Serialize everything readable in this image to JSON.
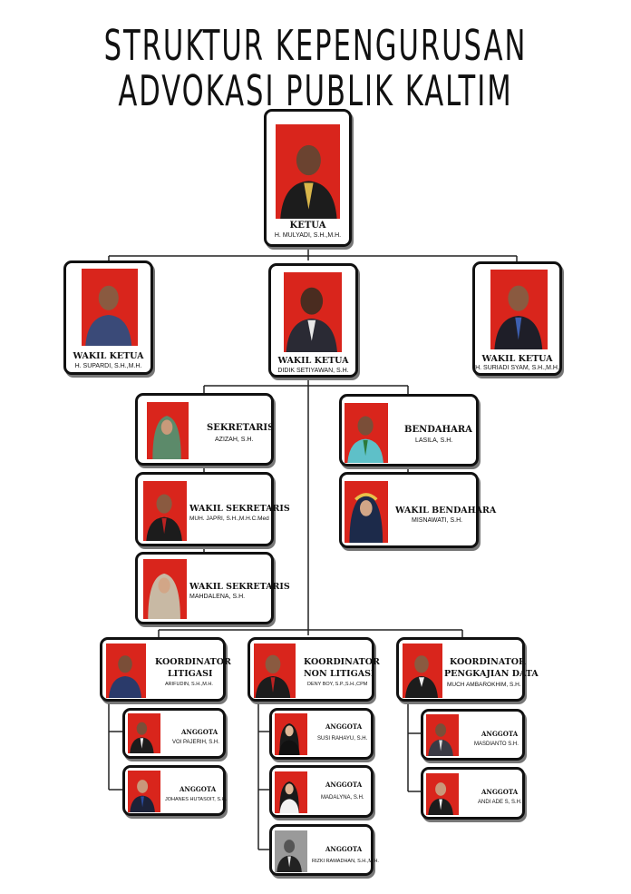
{
  "title": {
    "line1": "STRUKTUR KEPENGURUSAN",
    "line2": "ADVOKASI PUBLIK KALTIM"
  },
  "ketua": {
    "role": "KETUA",
    "name": "H. MULYADI, S.H.,M.H."
  },
  "wakil_ketua": [
    {
      "role": "WAKIL KETUA",
      "name": "H. SUPARDI, S.H.,M.H."
    },
    {
      "role": "WAKIL KETUA",
      "name": "DIDIK SETIYAWAN, S.H."
    },
    {
      "role": "WAKIL KETUA",
      "name": "H. SURIADI SYAM, S.H.,M.H."
    }
  ],
  "sekretaris": {
    "role": "SEKRETARIS",
    "name": "AZIZAH, S.H."
  },
  "wakil_sekretaris": [
    {
      "role": "WAKIL SEKRETARIS",
      "name": "MUH. JAPRI, S.H.,M.H.C.Med"
    },
    {
      "role": "WAKIL SEKRETARIS",
      "name": "MAHDALENA, S.H."
    }
  ],
  "bendahara": {
    "role": "BENDAHARA",
    "name": "LASILA, S.H."
  },
  "wakil_bendahara": {
    "role": "WAKIL BENDAHARA",
    "name": "MISNAWATI, S.H."
  },
  "koordinator": [
    {
      "role_line1": "KOORDINATOR",
      "role_line2": "LITIGASI",
      "name": "ARIFUDIN, S.H.,M.H."
    },
    {
      "role_line1": "KOORDINATOR",
      "role_line2": "NON LITIGASI",
      "name": "DENY BOY, S.P.,S.H.,CPM"
    },
    {
      "role_line1": "KOORDINATOR",
      "role_line2": "PENGKAJIAN DATA",
      "name": "MUCH AMBAROKHIM, S.H."
    }
  ],
  "anggota_litigasi": [
    {
      "role": "ANGGOTA",
      "name": "VOI PAJERIH, S.H."
    },
    {
      "role": "ANGGOTA",
      "name": "JOHANES HUTASOIT, S.H."
    }
  ],
  "anggota_non_litigasi": [
    {
      "role": "ANGGOTA",
      "name": "SUSI RAHAYU, S.H."
    },
    {
      "role": "ANGGOTA",
      "name": "MADALYNA, S.H."
    },
    {
      "role": "ANGGOTA",
      "name": "RIZKI RAMADHAN, S.H.,M.H."
    }
  ],
  "anggota_pengkajian": [
    {
      "role": "ANGGOTA",
      "name": "MASDIANTO S.H."
    },
    {
      "role": "ANGGOTA",
      "name": "ANDI ADE S, S.H."
    }
  ],
  "colors": {
    "photo_bg": "#d9251c",
    "border": "#111111",
    "line": "#222222"
  }
}
